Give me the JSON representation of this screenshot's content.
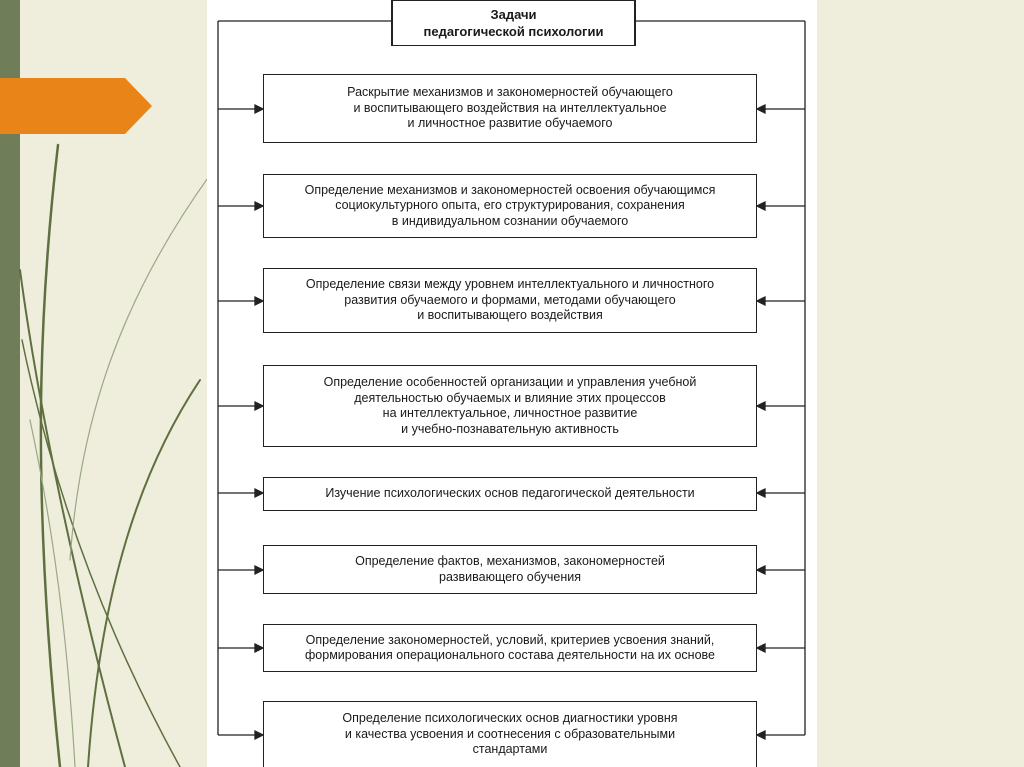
{
  "decoration": {
    "accent_color": "#e88418",
    "bar_color": "#6f7d59",
    "stroke_color": "#5e7040",
    "background_color": "#efeedd"
  },
  "diagram": {
    "title_lines": [
      "Задачи",
      "педагогической психологии"
    ],
    "tasks": [
      {
        "lines": [
          "Раскрытие механизмов и закономерностей обучающего",
          "и воспитывающего воздействия на интеллектуальное",
          "и личностное развитие обучаемого"
        ]
      },
      {
        "lines": [
          "Определение механизмов и закономерностей освоения обучающимся",
          "социокультурного опыта, его структурирования, сохранения",
          "в индивидуальном сознании обучаемого"
        ]
      },
      {
        "lines": [
          "Определение связи между уровнем интеллектуального и личностного",
          "развития обучаемого и формами, методами обучающего",
          "и воспитывающего воздействия"
        ]
      },
      {
        "lines": [
          "Определение особенностей организации и управления учебной",
          "деятельностью обучаемых и влияние этих процессов",
          "на интеллектуальное, личностное развитие",
          "и учебно-познавательную активность"
        ]
      },
      {
        "lines": [
          "Изучение психологических основ педагогической деятельности"
        ]
      },
      {
        "lines": [
          "Определение фактов, механизмов, закономерностей",
          "развивающего обучения"
        ]
      },
      {
        "lines": [
          "Определение закономерностей, условий, критериев усвоения знаний,",
          "формирования операционального состава деятельности на их основе"
        ]
      },
      {
        "lines": [
          "Определение психологических основ диагностики уровня",
          "и качества усвоения и соотнесения с образовательными",
          "стандартами"
        ]
      }
    ]
  }
}
